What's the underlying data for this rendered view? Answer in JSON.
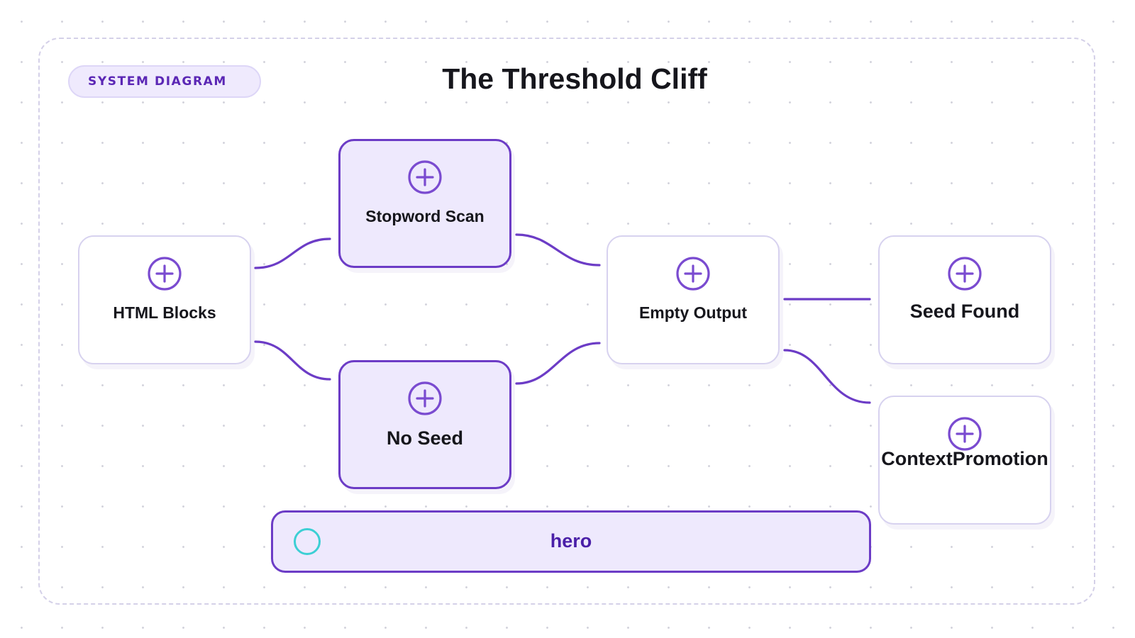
{
  "badge": {
    "label": "SYSTEM DIAGRAM"
  },
  "title": "The Threshold Cliff",
  "nodes": {
    "html_blocks": {
      "label": "HTML Blocks",
      "icon": "plus-circle-icon"
    },
    "stopword_scan": {
      "label": "Stopword Scan",
      "icon": "plus-circle-icon"
    },
    "no_seed": {
      "label": "No Seed",
      "icon": "plus-circle-icon"
    },
    "empty_output": {
      "label": "Empty Output",
      "icon": "plus-circle-icon"
    },
    "seed_found": {
      "label": "Seed Found",
      "icon": "plus-circle-icon"
    },
    "context_promotion": {
      "label": "ContextPromotion",
      "icon": "plus-circle-icon"
    }
  },
  "hero": {
    "label": "hero",
    "icon": "ring-icon"
  },
  "edges": [
    {
      "from": "HTML Blocks",
      "to": "Stopword Scan"
    },
    {
      "from": "HTML Blocks",
      "to": "No Seed"
    },
    {
      "from": "Stopword Scan",
      "to": "Empty Output"
    },
    {
      "from": "No Seed",
      "to": "Empty Output"
    },
    {
      "from": "Empty Output",
      "to": "Seed Found"
    },
    {
      "from": "Empty Output",
      "to": "ContextPromotion"
    }
  ],
  "colors": {
    "accent": "#6c3cc6",
    "accent_fill": "#eee9fd",
    "node_border": "#d7d2ef",
    "badge_text": "#5b27b5",
    "hero_text": "#4a1fa8",
    "ring": "#3ccfd4"
  }
}
